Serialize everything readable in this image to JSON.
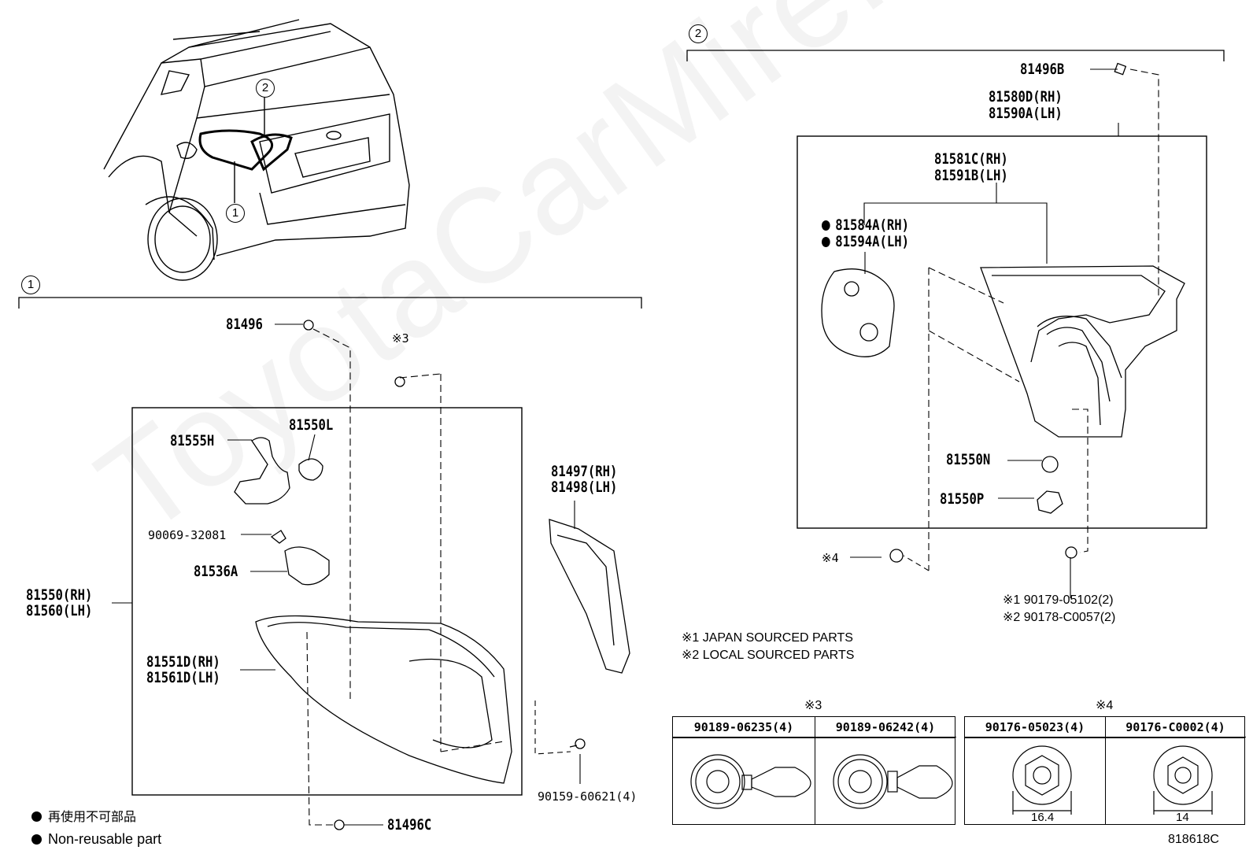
{
  "watermark": "ToyotaCarMire.ru",
  "callouts": {
    "one": "1",
    "two": "2",
    "note3": "※3",
    "note4": "※4"
  },
  "group1": {
    "p81496": "81496",
    "p81496c": "81496C",
    "p81555h": "81555H",
    "p81550l": "81550L",
    "p90069": "90069-32081",
    "p81536a": "81536A",
    "p81550_rh": "81550(RH)",
    "p81560_lh": "81560(LH)",
    "p81551d_rh": "81551D(RH)",
    "p81561d_lh": "81561D(LH)",
    "p81497_rh": "81497(RH)",
    "p81498_lh": "81498(LH)",
    "p90159": "90159-60621(4)",
    "mark3": "※3"
  },
  "group2": {
    "p81496b": "81496B",
    "p81580d_rh": "81580D(RH)",
    "p81590a_lh": "81590A(LH)",
    "p81581c_rh": "81581C(RH)",
    "p81591b_lh": "81591B(LH)",
    "p81584a_rh": "81584A(RH)",
    "p81594a_lh": "81594A(LH)",
    "p81550n": "81550N",
    "p81550p": "81550P",
    "mark4": "※4",
    "p90179": "※1 90179-05102(2)",
    "p90178": "※2 90178-C0057(2)"
  },
  "notes": {
    "japan": "※1 JAPAN SOURCED PARTS",
    "local": "※2 LOCAL SOURCED PARTS"
  },
  "table3": {
    "title": "※3",
    "col1": "90189-06235(4)",
    "col2": "90189-06242(4)"
  },
  "table4": {
    "title": "※4",
    "col1": "90176-05023(4)",
    "col2": "90176-C0002(4)",
    "dim1": "16.4",
    "dim2": "14"
  },
  "legend": {
    "jp": "再使用不可部品",
    "en": "Non-reusable part"
  },
  "figure_id": "818618C"
}
